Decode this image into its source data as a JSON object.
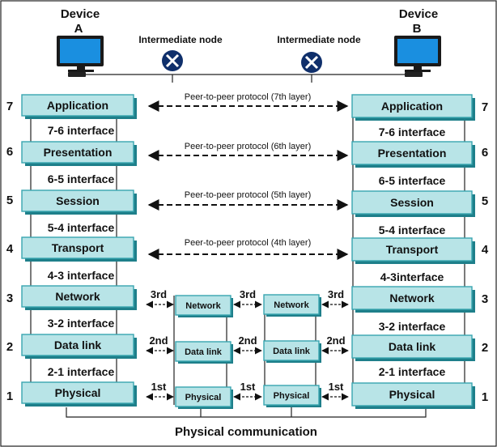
{
  "device_a": {
    "word": "Device",
    "letter": "A"
  },
  "device_b": {
    "word": "Device",
    "letter": "B"
  },
  "intermediate_label": "Intermediate node",
  "layer_numbers": [
    "7",
    "6",
    "5",
    "4",
    "3",
    "2",
    "1"
  ],
  "left_stack": [
    "Application",
    "Presentation",
    "Session",
    "Transport",
    "Network",
    "Data link",
    "Physical"
  ],
  "right_stack": [
    "Application",
    "Presentation",
    "Session",
    "Transport",
    "Network",
    "Data link",
    "Physical"
  ],
  "left_interfaces": [
    "7-6 interface",
    "6-5 interface",
    "5-4 interface",
    "4-3 interface",
    "3-2 interface",
    "2-1 interface"
  ],
  "right_interfaces": [
    "7-6 interface",
    "6-5 interface",
    "5-4 interface",
    "4-3interface",
    "3-2 interface",
    "2-1 interface"
  ],
  "peer_protocols": [
    "Peer-to-peer protocol (7th layer)",
    "Peer-to-peer protocol (6th layer)",
    "Peer-to-peer protocol (5th layer)",
    "Peer-to-peer protocol (4th layer)"
  ],
  "intermediate_stack": [
    "Network",
    "Data link",
    "Physical"
  ],
  "hop_labels": [
    "3rd",
    "2nd",
    "1st"
  ],
  "bottom_label": "Physical communication",
  "colors": {
    "box_fill": "#b8e4e7",
    "box_border": "#39a5b0",
    "box_shadow": "#1e7f8a",
    "monitor_screen": "#1a8fe0",
    "node_fill": "#0f2f6b"
  }
}
